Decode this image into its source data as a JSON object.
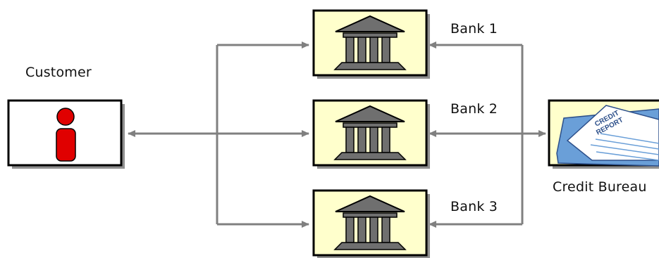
{
  "diagram": {
    "customer": {
      "label": "Customer"
    },
    "banks": [
      {
        "label": "Bank 1"
      },
      {
        "label": "Bank 2"
      },
      {
        "label": "Bank 3"
      }
    ],
    "bureau": {
      "label": "Credit Bureau",
      "report_text_line1": "CREDIT",
      "report_text_line2": "REPORT"
    },
    "colors": {
      "box_fill": "#ffffcc",
      "box_border": "#000000",
      "shadow": "#909090",
      "connector": "#808080",
      "person": "#e00000",
      "bank_icon": "#6f6f6f",
      "report_paper": "#6a9fd8"
    },
    "icons": {
      "customer": "person-icon",
      "bank": "bank-building-icon",
      "bureau": "credit-report-icon"
    }
  }
}
